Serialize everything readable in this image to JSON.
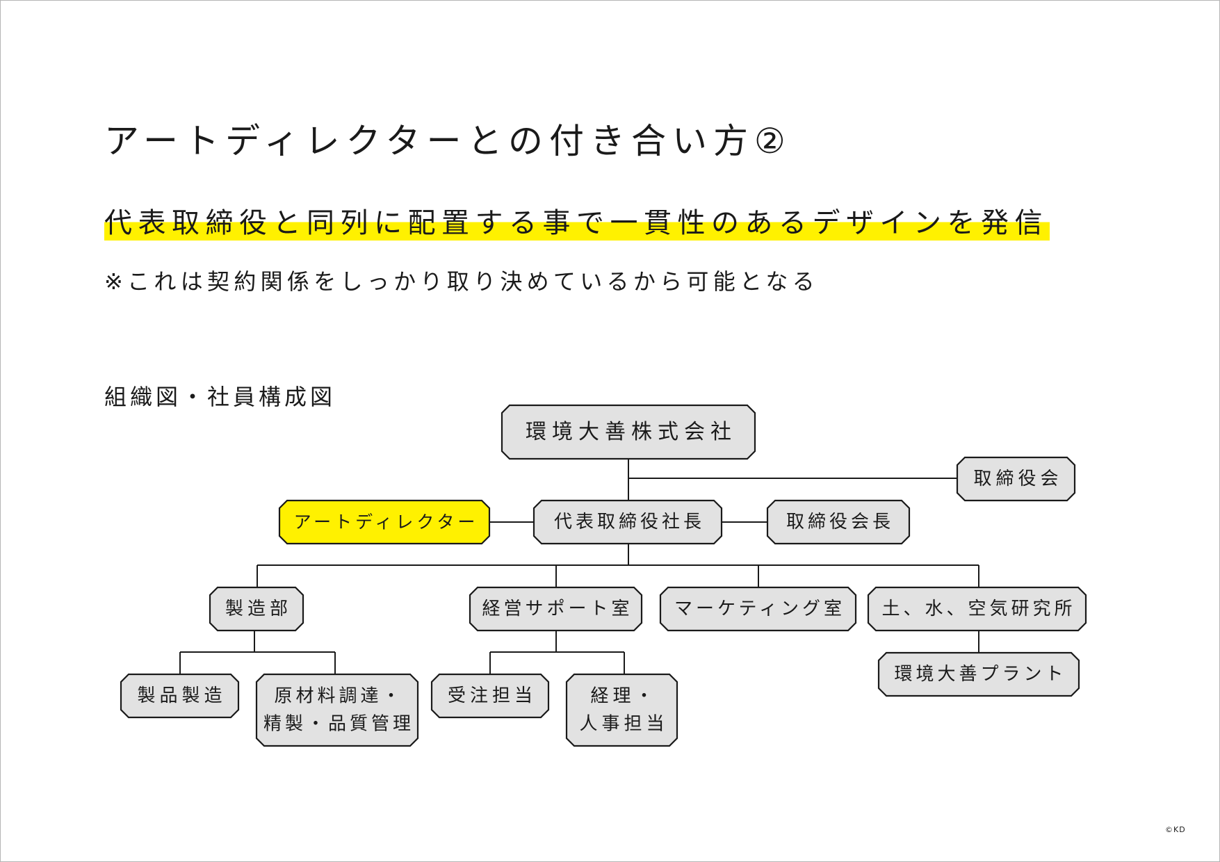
{
  "title": "アートディレクターとの付き合い方②",
  "subtitle": "代表取締役と同列に配置する事で一貫性のあるデザインを発信",
  "note": "※これは契約関係をしっかり取り決めているから可能となる",
  "section_label": "組織図・社員構成図",
  "copyright": "©KD",
  "colors": {
    "highlight": "#fff100",
    "node_fill": "#e2e2e2",
    "node_highlight_fill": "#fff100",
    "stroke": "#1a1a1a"
  },
  "org_chart": {
    "company": "環境大善株式会社",
    "board": "取締役会",
    "ceo": "代表取締役社長",
    "art_director": "アートディレクター",
    "chairman": "取締役会長",
    "departments": {
      "manufacturing": "製造部",
      "management_support": "経営サポート室",
      "marketing": "マーケティング室",
      "research": "土、水、空気研究所"
    },
    "sub_units": {
      "product_manufacturing": "製品製造",
      "materials_quality": [
        "原材料調達・",
        "精製・品質管理"
      ],
      "order_handling": "受注担当",
      "accounting_hr": [
        "経理・",
        "人事担当"
      ],
      "plant": "環境大善プラント"
    }
  }
}
